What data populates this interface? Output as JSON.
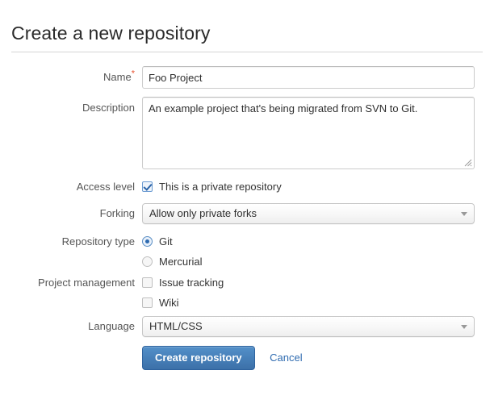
{
  "header": {
    "title": "Create a new repository"
  },
  "form": {
    "name": {
      "label": "Name",
      "required_marker": "*",
      "value": "Foo Project",
      "placeholder": ""
    },
    "description": {
      "label": "Description",
      "value": "An example project that's being migrated from SVN to Git.",
      "placeholder": ""
    },
    "access_level": {
      "label": "Access level",
      "checkbox_label": "This is a private repository",
      "checked": true
    },
    "forking": {
      "label": "Forking",
      "selected": "Allow only private forks"
    },
    "repository_type": {
      "label": "Repository type",
      "options": [
        {
          "label": "Git",
          "selected": true
        },
        {
          "label": "Mercurial",
          "selected": false
        }
      ]
    },
    "project_management": {
      "label": "Project management",
      "options": [
        {
          "label": "Issue tracking",
          "checked": false
        },
        {
          "label": "Wiki",
          "checked": false
        }
      ]
    },
    "language": {
      "label": "Language",
      "selected": "HTML/CSS"
    }
  },
  "actions": {
    "submit_label": "Create repository",
    "cancel_label": "Cancel"
  },
  "colors": {
    "primary_button": "#4780b9",
    "link": "#2f6bb0",
    "required_star": "#e8512f",
    "label_text": "#555555",
    "body_text": "#333333"
  }
}
